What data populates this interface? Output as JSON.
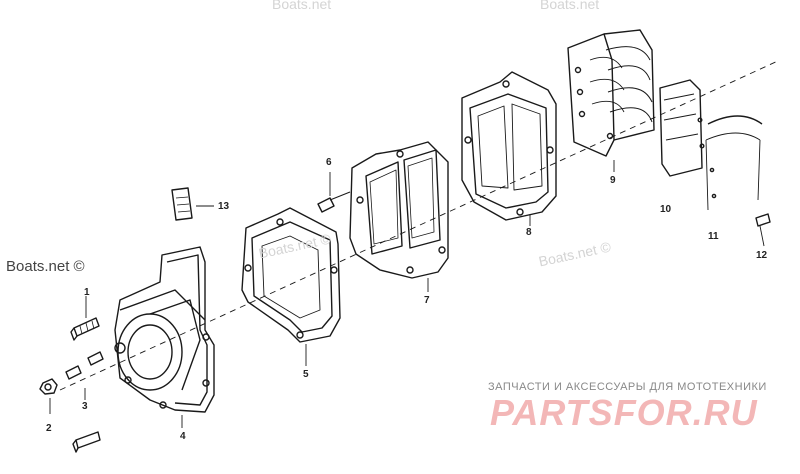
{
  "watermark": {
    "left": "Boats.net ©",
    "middle": "Boats.net ©",
    "right": "Boats.net ©",
    "top_left": "Boats.net",
    "top_right": "Boats.net"
  },
  "banner": {
    "subtitle": "ЗАПЧАСТИ И АКСЕССУАРЫ ДЛЯ МОТОТЕХНИКИ",
    "brand": "PARTSFOR.RU"
  },
  "callouts": {
    "c1": "1",
    "c2": "2",
    "c3": "3",
    "c4": "4",
    "c5": "5",
    "c6": "6",
    "c7": "7",
    "c8": "8",
    "c9": "9",
    "c10": "10",
    "c11": "11",
    "c12": "12",
    "c13": "13"
  },
  "colors": {
    "line": "#1a1a1a",
    "watermark": "#d4d4d4",
    "brand": "#f3b7b7"
  }
}
